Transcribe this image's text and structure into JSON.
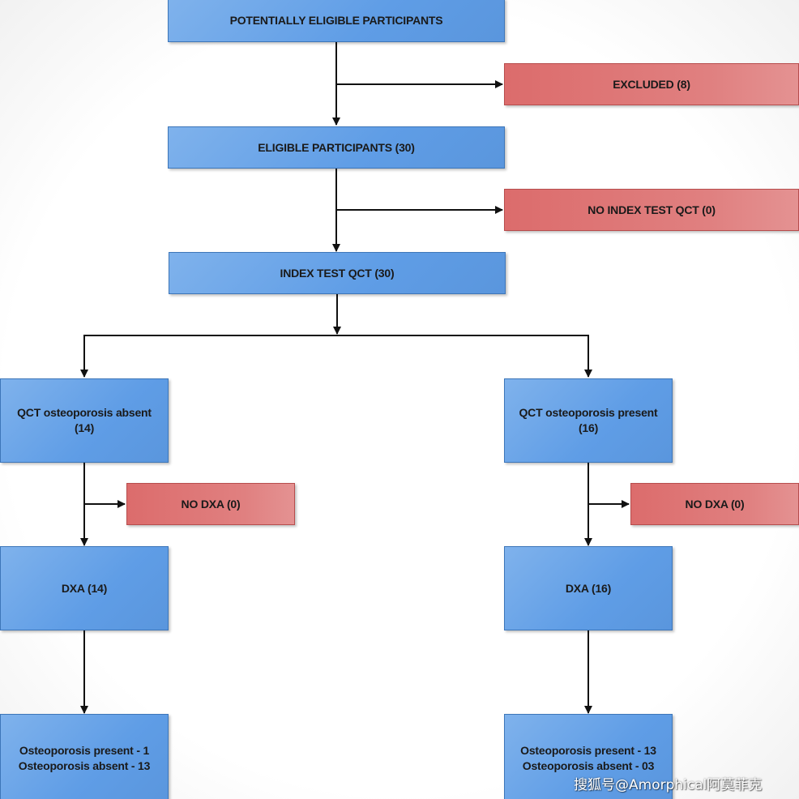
{
  "nodes": {
    "potentially_eligible": "POTENTIALLY ELIGIBLE PARTICIPANTS",
    "excluded": "EXCLUDED  (8)",
    "eligible": "ELIGIBLE PARTICIPANTS (30)",
    "no_index_test": "NO INDEX TEST QCT  (0)",
    "index_test": "INDEX TEST QCT (30)",
    "qct_absent": {
      "line1": "QCT osteoporosis absent",
      "line2": "(14)"
    },
    "qct_present": {
      "line1": "QCT osteoporosis present",
      "line2": "(16)"
    },
    "no_dxa_left": "NO DXA  (0)",
    "no_dxa_right": "NO DXA  (0)",
    "dxa_left": "DXA  (14)",
    "dxa_right": "DXA  (16)",
    "result_left": {
      "line1": "Osteoporosis present - 1",
      "line2": "Osteoporosis absent - 13"
    },
    "result_right": {
      "line1": "Osteoporosis present - 13",
      "line2": "Osteoporosis absent - 03"
    }
  },
  "colors": {
    "main_box": "#6aa6ea",
    "exclusion_box": "#de7474",
    "connector": "#111111"
  },
  "watermark": "搜狐号@Amorphical阿莫菲克"
}
